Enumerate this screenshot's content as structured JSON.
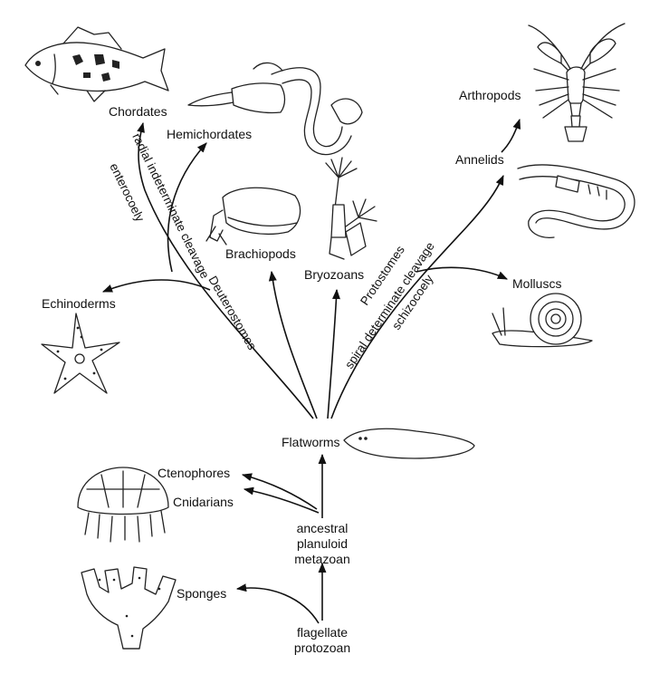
{
  "taxa": {
    "chordates": "Chordates",
    "hemichordates": "Hemichordates",
    "echinoderms": "Echinoderms",
    "brachiopods": "Brachiopods",
    "bryozoans": "Bryozoans",
    "arthropods": "Arthropods",
    "annelids": "Annelids",
    "molluscs": "Molluscs",
    "flatworms": "Flatworms",
    "ctenophores": "Ctenophores",
    "cnidarians": "Cnidarians",
    "sponges": "Sponges"
  },
  "ancestors": {
    "planuloid_line1": "ancestral",
    "planuloid_line2": "planuloid",
    "planuloid_line3": "metazoan",
    "protozoan_line1": "flagellate",
    "protozoan_line2": "protozoan"
  },
  "branch_labels": {
    "deuterostomes": "Deuterostomes",
    "deutero_trait1": "radial indeterminate cleavage",
    "deutero_trait2": "enterocoely",
    "protostomes": "Protostomes",
    "proto_trait1": "spiral determinate cleavage",
    "proto_trait2": "schizocoely"
  }
}
